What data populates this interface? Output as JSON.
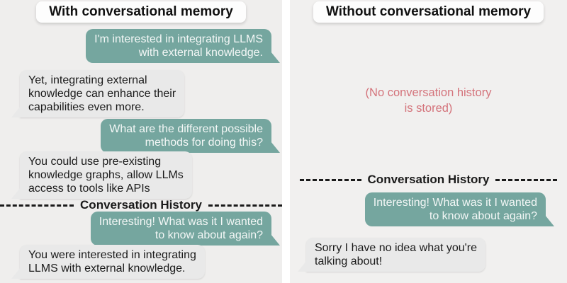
{
  "colors": {
    "page_bg": "#ffffff",
    "panel_bg_left": "#efeeed",
    "panel_bg_right": "#f1f0ef",
    "title_bg": "#fdfdfd",
    "title_text": "#111111",
    "bubble_user": "#75a69f",
    "bubble_user_text": "#f3f7f6",
    "bubble_bot": "#e9e9e9",
    "bubble_bot_text": "#1b1b1b",
    "warning_text": "#d4737b",
    "divider_color": "#1a1a1a"
  },
  "panels": [
    {
      "title": "With conversational memory",
      "divider_label": "Conversation History",
      "messages": [
        {
          "role": "user",
          "text": "I'm interested in integrating LLMS\nwith external knowledge."
        },
        {
          "role": "assistant",
          "text": "Yet, integrating external\nknowledge can enhance their\ncapabilities even more."
        },
        {
          "role": "user",
          "text": "What are the different possible\nmethods for doing this?"
        },
        {
          "role": "assistant",
          "text": "You could use pre-existing\nknowledge graphs, allow LLMs\naccess to tools like APIs"
        },
        {
          "role": "user",
          "text": "Interesting! What was it I wanted\nto know about again?"
        },
        {
          "role": "assistant",
          "text": "You were interested in integrating\nLLMS with external knowledge."
        }
      ]
    },
    {
      "title": "Without conversational memory",
      "note": "(No conversation history\nis stored)",
      "divider_label": "Conversation History",
      "messages": [
        {
          "role": "user",
          "text": "Interesting! What was it I wanted\nto know about again?"
        },
        {
          "role": "assistant",
          "text": "Sorry I have no idea what you're\ntalking about!"
        }
      ]
    }
  ]
}
